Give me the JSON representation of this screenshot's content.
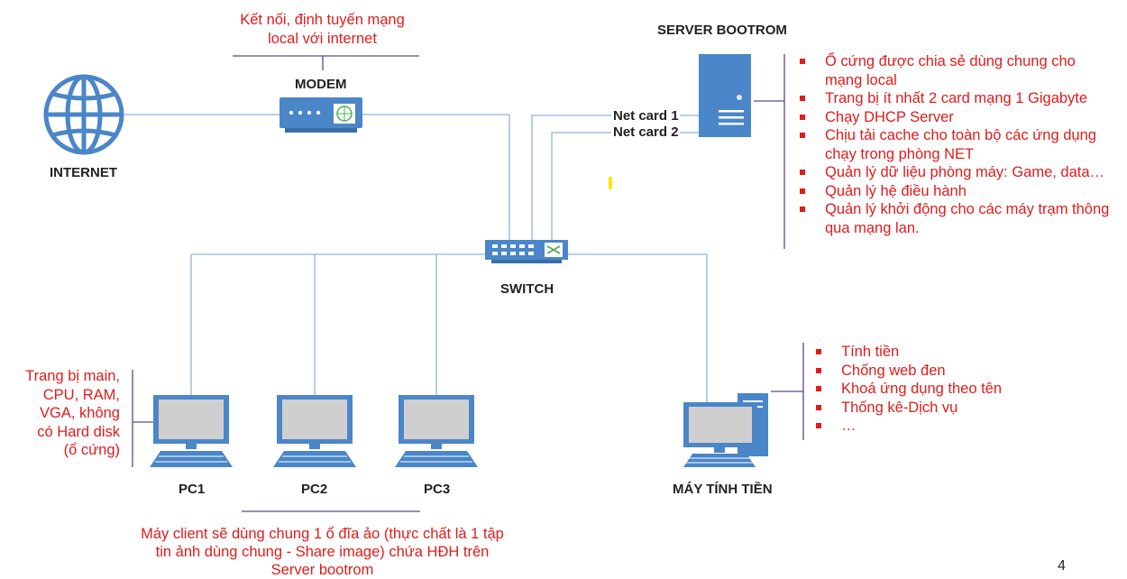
{
  "labels": {
    "internet": "INTERNET",
    "modem": "MODEM",
    "switch": "SWITCH",
    "server": "SERVER BOOTROM",
    "pc1": "PC1",
    "pc2": "PC2",
    "pc3": "PC3",
    "cashier": "MÁY TÍNH TIỀN",
    "netcard1": "Net card 1",
    "netcard2": "Net card 2"
  },
  "notes": {
    "modem_line1": "Kết nối, định tuyến mạng",
    "modem_line2": "local với internet",
    "pc_spec_lines": [
      "Trang bị main,",
      "CPU, RAM,",
      "VGA, không",
      "có Hard disk",
      "(ổ cứng)"
    ],
    "client_lines": [
      "Máy client sẽ dùng chung 1 ổ đĩa ảo (thực chất là 1 tập",
      "tin ảnh dùng chung - Share image) chứa HĐH trên",
      "Server bootrom"
    ]
  },
  "server_features": [
    "Ổ cứng được chia sẻ dùng chung cho mạng local",
    "Trang bị ít nhất 2 card mạng 1 Gigabyte",
    "Chạy DHCP Server",
    "Chịu tải cache cho toàn bộ các ứng dụng chạy trong phòng NET",
    "Quản lý dữ liệu phòng máy: Game, data…",
    "Quản lý hệ điều hành",
    "Quản lý khởi động cho các máy trạm thông qua mạng lan."
  ],
  "cashier_features": [
    "Tính tiền",
    "Chống web đen",
    "Khoá ứng dụng theo tên",
    "Thống kê-Dịch vụ",
    "…"
  ],
  "page_number": "4",
  "colors": {
    "icon_blue": "#4a86c8",
    "line_blue": "#8fb3d9",
    "note_red": "#e31b1b",
    "bracket_purple": "#5a4a8a"
  }
}
